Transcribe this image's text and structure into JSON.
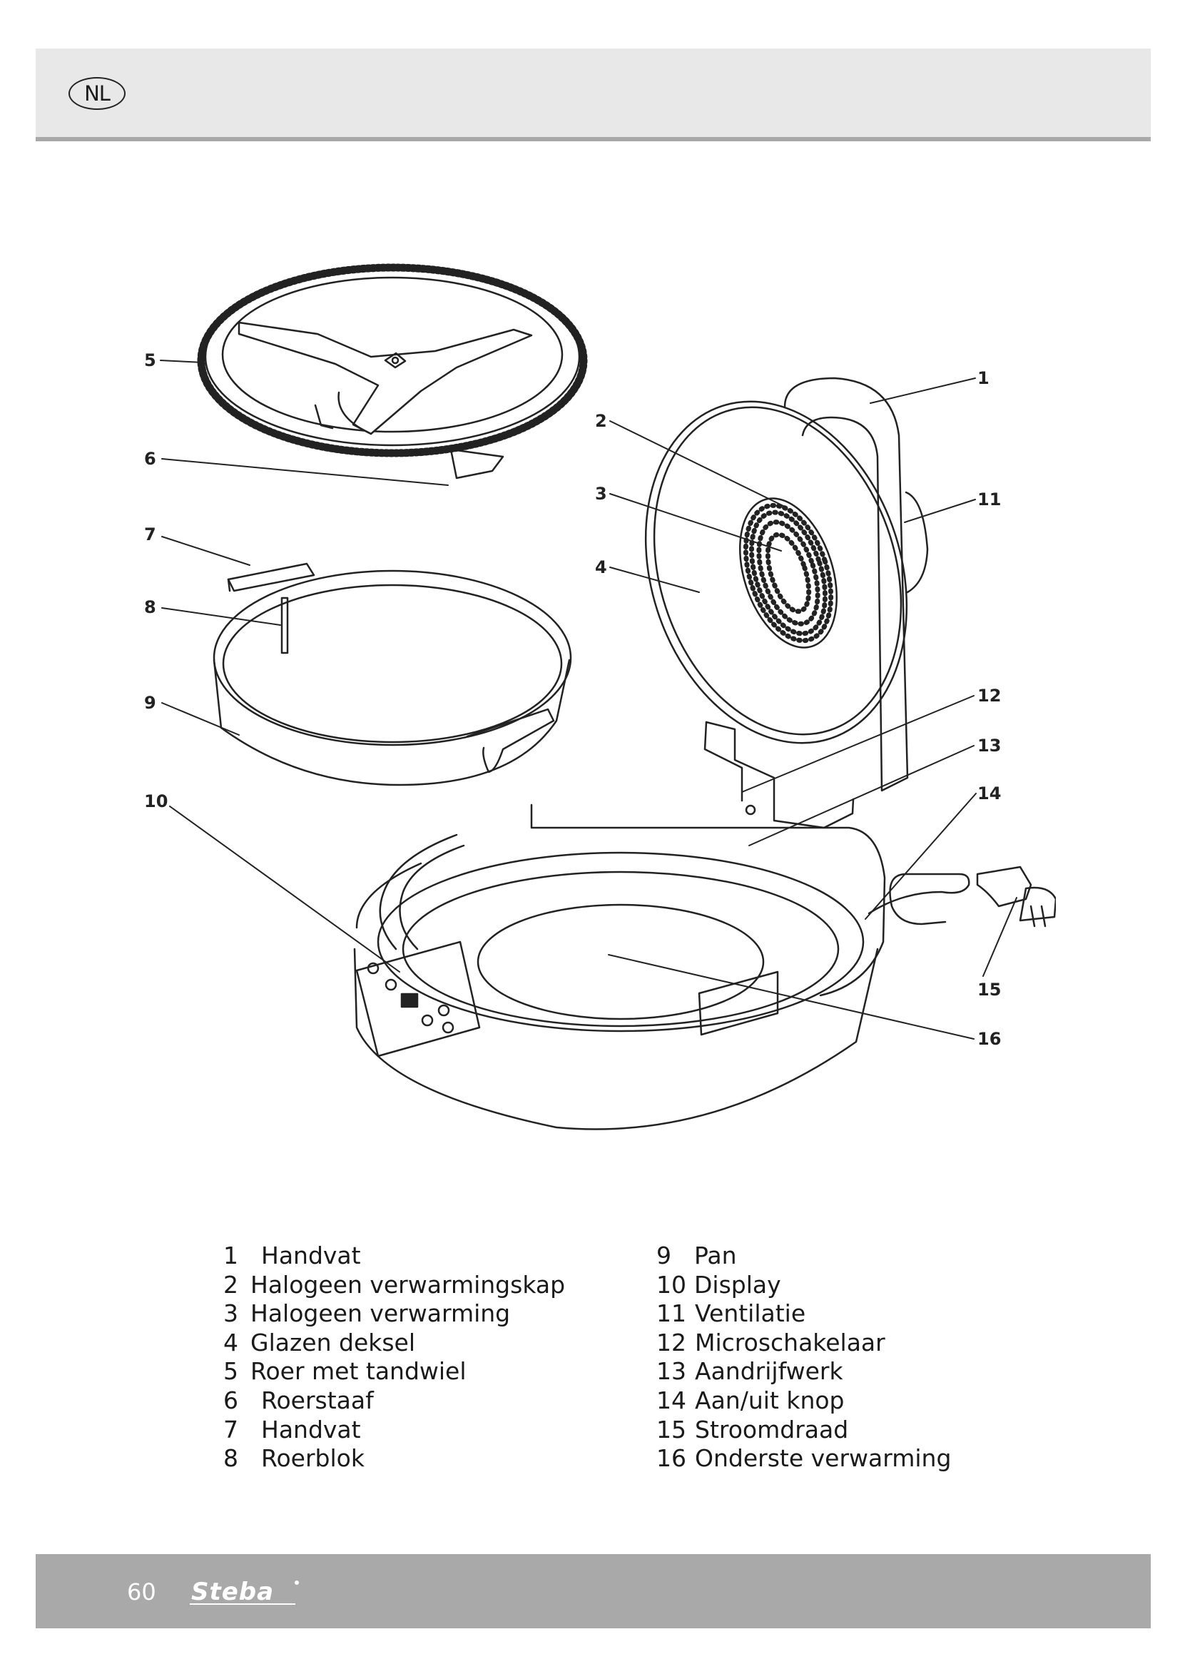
{
  "header": {
    "language_code": "NL"
  },
  "diagram": {
    "callouts": [
      "1",
      "2",
      "3",
      "4",
      "5",
      "6",
      "7",
      "8",
      "9",
      "10",
      "11",
      "12",
      "13",
      "14",
      "15",
      "16"
    ]
  },
  "legend": {
    "left": [
      {
        "num": "1",
        "label": "Handvat"
      },
      {
        "num": "2",
        "label": "Halogeen verwarmingskap"
      },
      {
        "num": "3",
        "label": "Halogeen verwarming"
      },
      {
        "num": "4",
        "label": "Glazen deksel"
      },
      {
        "num": "5",
        "label": "Roer met tandwiel"
      },
      {
        "num": "6",
        "label": "Roerstaaf"
      },
      {
        "num": "7",
        "label": "Handvat"
      },
      {
        "num": "8",
        "label": "Roerblok"
      }
    ],
    "right": [
      {
        "num": "9",
        "label": "Pan"
      },
      {
        "num": "10",
        "label": "Display"
      },
      {
        "num": "11",
        "label": "Ventilatie"
      },
      {
        "num": "12",
        "label": "Microschakelaar"
      },
      {
        "num": "13",
        "label": "Aandrijfwerk"
      },
      {
        "num": "14",
        "label": "Aan/uit knop"
      },
      {
        "num": "15",
        "label": "Stroomdraad"
      },
      {
        "num": "16",
        "label": "Onderste verwarming"
      }
    ]
  },
  "footer": {
    "page_number": "60",
    "brand": "Steba"
  }
}
